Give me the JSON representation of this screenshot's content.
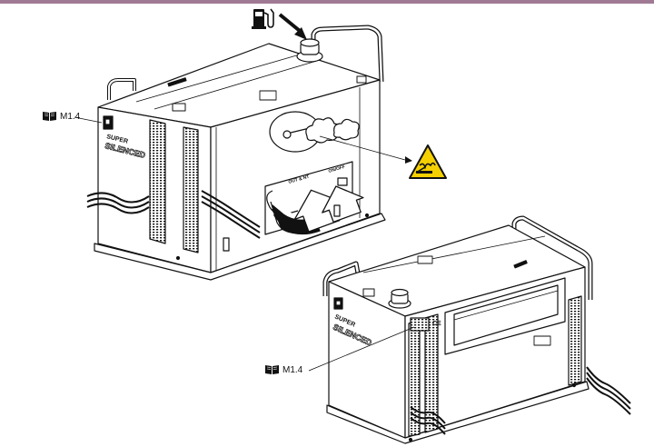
{
  "references": {
    "top_left": {
      "icon": "manual-book-icon",
      "text": "M1.4"
    },
    "bottom_left": {
      "icon": "manual-book-icon",
      "text": "M1.4"
    }
  },
  "unit_a": {
    "brand_line1": "SUPER",
    "brand_line2": "SILENCED",
    "panel_label_left": "OUT & NT",
    "panel_label_right": "ON/OFF"
  },
  "unit_b": {
    "brand_line1": "SUPER",
    "brand_line2": "SILENCED",
    "mark": "CE"
  },
  "symbols": {
    "fuel": "fuel-pump-icon",
    "warning": "hot-surface-warning-icon"
  },
  "colors": {
    "rule": "#a07a94",
    "warning_fill": "#f5d000",
    "line": "#111111"
  }
}
